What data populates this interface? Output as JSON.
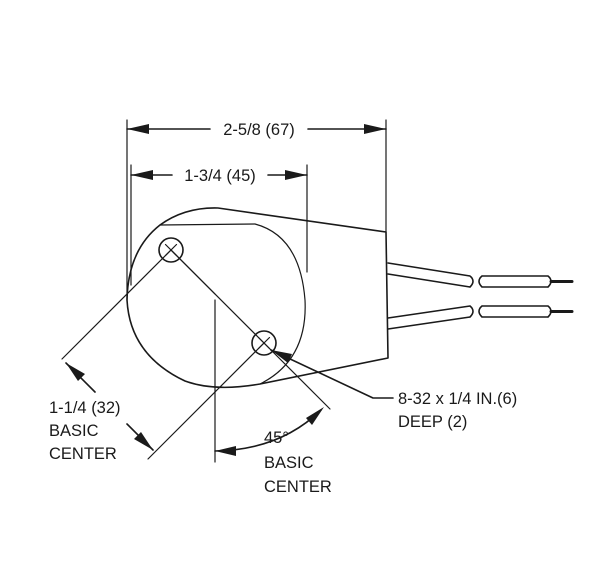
{
  "dimensions": {
    "overall_width": "2-5/8 (67)",
    "hole_spacing": "1-3/4 (45)",
    "diagonal_center": {
      "line1": "1-1/4 (32)",
      "line2": "BASIC",
      "line3": "CENTER"
    },
    "angle": {
      "line1": "45°",
      "line2": "BASIC",
      "line3": "CENTER"
    },
    "thread": {
      "line1": "8-32 x 1/4 IN.(6)",
      "line2": "DEEP (2)"
    }
  },
  "colors": {
    "ink": "#1a1a1a",
    "background": "#ffffff"
  }
}
